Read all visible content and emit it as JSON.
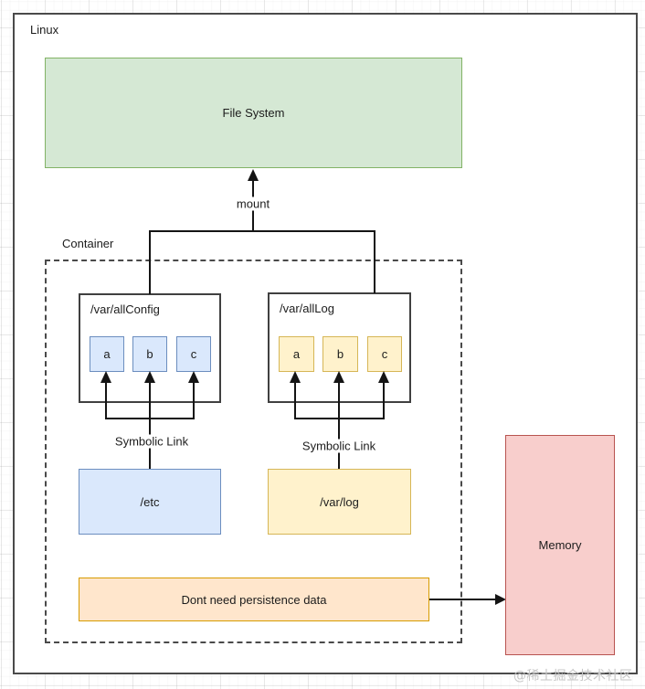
{
  "diagram": {
    "linux_label": "Linux",
    "container_label": "Container",
    "file_system": {
      "label": "File System",
      "fill": "#d5e8d4",
      "border": "#82b366"
    },
    "mount_label": "mount",
    "all_config": {
      "title": "/var/allConfig",
      "items": [
        "a",
        "b",
        "c"
      ],
      "item_fill": "#dae8fc",
      "item_border": "#6c8ebf"
    },
    "all_log": {
      "title": "/var/allLog",
      "items": [
        "a",
        "b",
        "c"
      ],
      "item_fill": "#fff2cc",
      "item_border": "#d6b656"
    },
    "symbolic_link_left": "Symbolic Link",
    "symbolic_link_right": "Symbolic Link",
    "etc_box": {
      "label": "/etc",
      "fill": "#dae8fc",
      "border": "#6c8ebf"
    },
    "var_log_box": {
      "label": "/var/log",
      "fill": "#fff2cc",
      "border": "#d6b656"
    },
    "persistence_box": {
      "label": "Dont need persistence data",
      "fill": "#ffe6cc",
      "border": "#d79b00"
    },
    "memory_box": {
      "label": "Memory",
      "fill": "#f8cecc",
      "border": "#b85450"
    }
  },
  "watermark": "@稀土掘金技术社区"
}
